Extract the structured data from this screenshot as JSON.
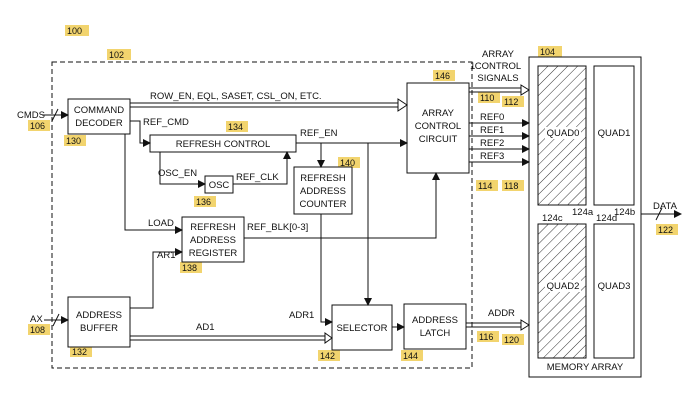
{
  "colors": {
    "ref_label_bg": "#f2d46e",
    "stroke": "#111111"
  },
  "ref_labels": {
    "r100": "100",
    "r102": "102",
    "r104": "104",
    "r106": "106",
    "r108": "108",
    "r110": "110",
    "r112": "112",
    "r114": "114",
    "r116": "116",
    "r118": "118",
    "r120": "120",
    "r122": "122",
    "r124a": "124a",
    "r124b": "124b",
    "r124c": "124c",
    "r124d": "124d",
    "r130": "130",
    "r132": "132",
    "r134": "134",
    "r136": "136",
    "r138": "138",
    "r140": "140",
    "r142": "142",
    "r144": "144",
    "r146": "146"
  },
  "blocks": {
    "command_decoder": [
      "COMMAND",
      "DECODER"
    ],
    "refresh_control": "REFRESH CONTROL",
    "osc": "OSC",
    "refresh_address_counter": [
      "REFRESH",
      "ADDRESS",
      "COUNTER"
    ],
    "refresh_address_register": [
      "REFRESH",
      "ADDRESS",
      "REGISTER"
    ],
    "address_buffer": [
      "ADDRESS",
      "BUFFER"
    ],
    "selector": "SELECTOR",
    "address_latch": [
      "ADDRESS",
      "LATCH"
    ],
    "array_control_circuit": [
      "ARRAY",
      "CONTROL",
      "CIRCUIT"
    ],
    "memory_array": "MEMORY ARRAY",
    "quads": [
      "QUAD0",
      "QUAD1",
      "QUAD2",
      "QUAD3"
    ]
  },
  "signals": {
    "cmds": "CMDS",
    "ax": "AX",
    "data": "DATA",
    "row_bus": "ROW_EN, EQL, SASET, CSL_ON, ETC.",
    "ref_cmd": "REF_CMD",
    "ref_en": "REF_EN",
    "osc_en": "OSC_EN",
    "ref_clk": "REF_CLK",
    "load": "LOAD",
    "ar1": "AR1",
    "ref_blk": "REF_BLK[0-3]",
    "adr1": "ADR1",
    "ad1": "AD1",
    "addr": "ADDR",
    "array_control_signals": [
      "ARRAY",
      "CONTROL",
      "SIGNALS"
    ],
    "refs": [
      "REF0",
      "REF1",
      "REF2",
      "REF3"
    ]
  },
  "misc": {
    "bus_mark": "1"
  }
}
